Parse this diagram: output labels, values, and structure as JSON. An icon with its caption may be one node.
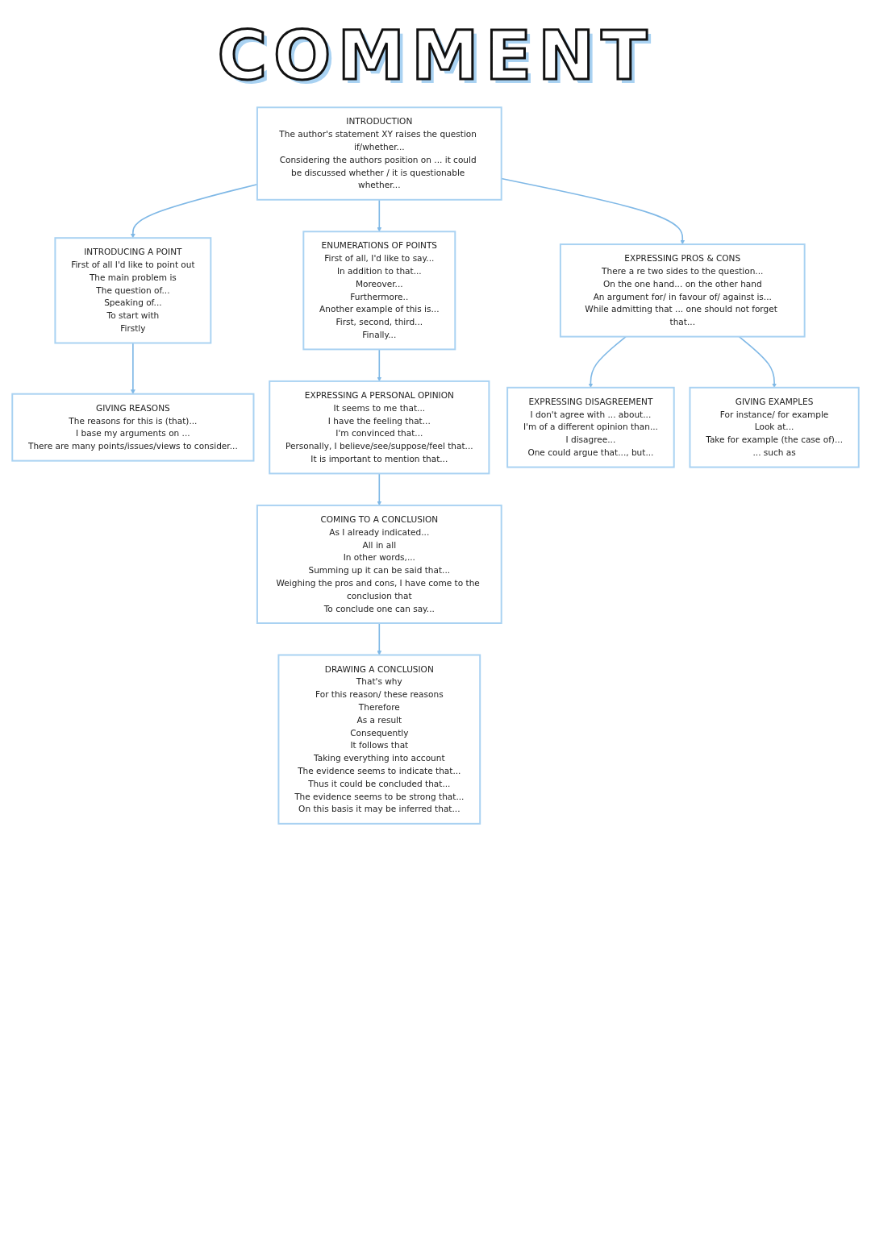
{
  "diagram": {
    "title": "COMMENT",
    "nodes": [
      {
        "text": [
          "INTRODUCTION",
          "The author's statement XY raises the question if/whether...",
          "Considering the authors position on ... it could be discussed whether / it is questionable whether..."
        ]
      },
      {
        "text": [
          "INTRODUCING A POINT",
          "First of all I'd like to point out",
          "The main problem is",
          "The question of...",
          "Speaking of...",
          "To start with",
          "Firstly"
        ]
      },
      {
        "text": [
          "ENUMERATIONS OF POINTS",
          "First of all, I'd like to say...",
          "In addition to that...",
          "Moreover...",
          "Furthermore..",
          "Another example of this is...",
          "First, second, third...",
          "Finally..."
        ]
      },
      {
        "text": [
          "EXPRESSING PROS & CONS",
          "There a re two sides to the question...",
          "On the one hand... on the other hand",
          "An argument for/ in favour of/ against is...",
          "While admitting that ... one should not forget that..."
        ]
      },
      {
        "text": [
          "GIVING REASONS",
          "The reasons for this is (that)...",
          "I base my arguments on ...",
          "There are many points/issues/views to consider..."
        ]
      },
      {
        "text": [
          "EXPRESSING A PERSONAL OPINION",
          "It seems to me that...",
          "I have the feeling that...",
          "I'm convinced that...",
          "Personally, I believe/see/suppose/feel that...",
          "It is important to mention that..."
        ]
      },
      {
        "text": [
          "EXPRESSING DISAGREEMENT",
          "I don't agree with ... about...",
          "I'm of a different opinion than...",
          "I disagree...",
          "One could argue that..., but..."
        ]
      },
      {
        "text": [
          "GIVING EXAMPLES",
          "For instance/ for example",
          "Look at...",
          "Take for example (the case of)...",
          "... such as"
        ]
      },
      {
        "text": [
          "COMING TO A CONCLUSION",
          "As I already indicated...",
          "All in all",
          "In other words,...",
          "Summing up it can be said that...",
          "Weighing the pros and cons, I have come to the conclusion that",
          "To conclude one can say..."
        ]
      },
      {
        "text": [
          "DRAWING A CONCLUSION",
          "That's why",
          "For this reason/ these reasons",
          "Therefore",
          "As a result",
          "Consequently",
          "It follows that",
          "Taking everything into account",
          "The evidence seems to indicate that...",
          "Thus it could be concluded that...",
          "The evidence seems to be strong that...",
          "On this basis it may be inferred that..."
        ]
      }
    ],
    "edges": [
      {
        "from": 0,
        "to": 1,
        "arrow": "to"
      },
      {
        "from": 0,
        "to": 2,
        "arrow": "to"
      },
      {
        "from": 0,
        "to": 3,
        "arrow": "to"
      },
      {
        "from": 1,
        "to": 4,
        "arrow": "to"
      },
      {
        "from": 2,
        "to": 5,
        "arrow": "to"
      },
      {
        "from": 3,
        "to": 7,
        "arrow": "to"
      },
      {
        "from": 3,
        "to": 6,
        "arrow": "to"
      },
      {
        "from": 5,
        "to": 8,
        "arrow": "to"
      },
      {
        "from": 8,
        "to": 9,
        "arrow": "to"
      }
    ]
  }
}
